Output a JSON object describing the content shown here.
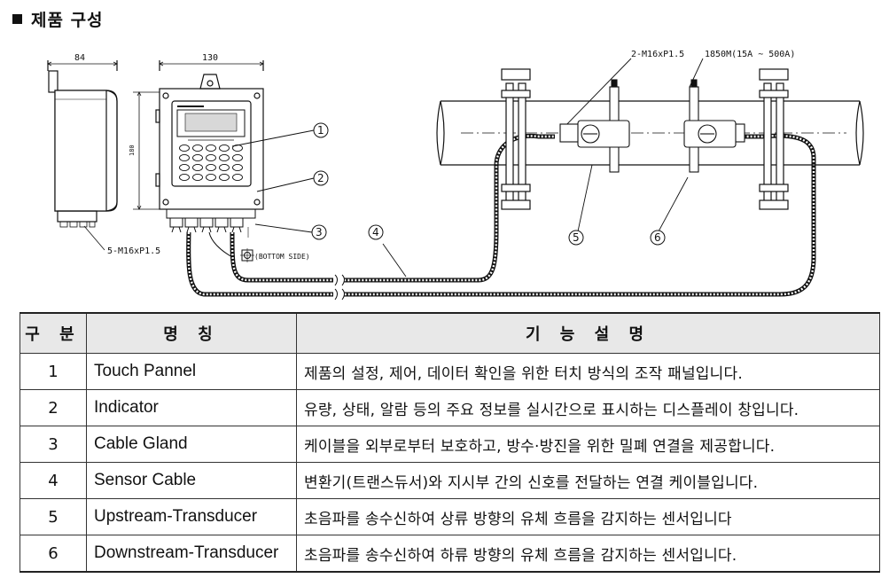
{
  "title": "제품 구성",
  "diagram": {
    "dim_side": "84",
    "dim_front": "130",
    "dim_height": "180",
    "label_gland": "5-M16xP1.5",
    "label_bottom": "(BOTTOM SIDE)",
    "label_mount": "2-M16xP1.5",
    "label_length": "1850M(15A ~ 500A)",
    "callouts": [
      "1",
      "2",
      "3",
      "4",
      "5",
      "6"
    ]
  },
  "table": {
    "headers": [
      "구 분",
      "명 칭",
      "기 능 설 명"
    ],
    "rows": [
      {
        "no": "1",
        "name": "Touch Pannel",
        "desc": "제품의 설정, 제어, 데이터 확인을 위한 터치 방식의 조작 패널입니다."
      },
      {
        "no": "2",
        "name": "Indicator",
        "desc": "유량, 상태, 알람 등의 주요 정보를 실시간으로 표시하는 디스플레이 창입니다."
      },
      {
        "no": "3",
        "name": "Cable Gland",
        "desc": "케이블을 외부로부터 보호하고, 방수·방진을 위한 밀폐 연결을 제공합니다."
      },
      {
        "no": "4",
        "name": "Sensor Cable",
        "desc": "변환기(트랜스듀서)와 지시부 간의 신호를 전달하는 연결 케이블입니다."
      },
      {
        "no": "5",
        "name": "Upstream-Transducer",
        "desc": "초음파를 송수신하여 상류 방향의 유체 흐름을 감지하는 센서입니다"
      },
      {
        "no": "6",
        "name": "Downstream-Transducer",
        "desc": "초음파를 송수신하여 하류 방향의 유체 흐름을 감지하는 센서입니다."
      }
    ]
  }
}
